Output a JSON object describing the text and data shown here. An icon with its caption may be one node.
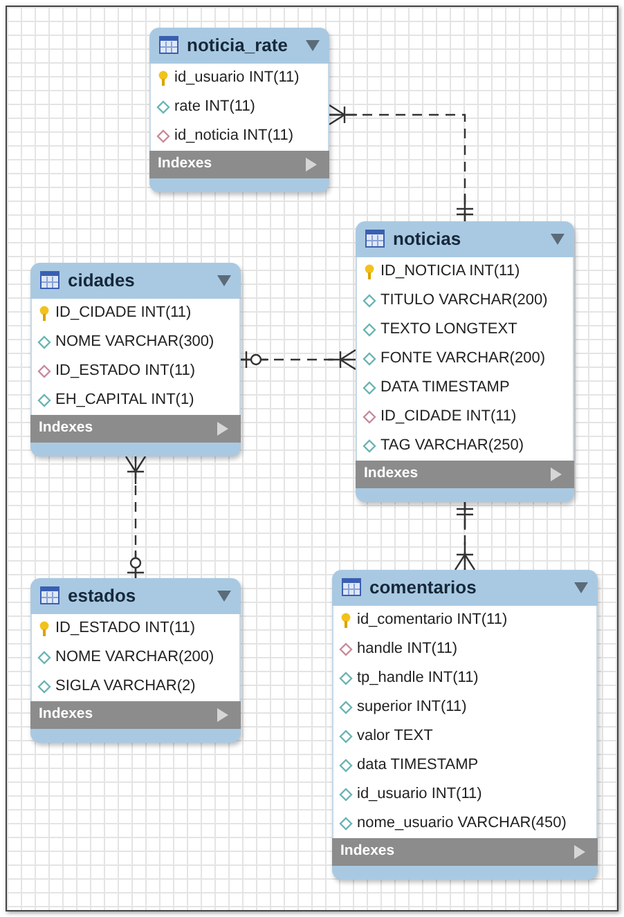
{
  "diagram": {
    "nodes": [
      {
        "text": [
          "noticia_rate",
          "id_usuario INT(11)",
          "rate INT(11)",
          "id_noticia INT(11)",
          "Indexes"
        ]
      },
      {
        "text": [
          "noticias",
          "ID_NOTICIA INT(11)",
          "TITULO VARCHAR(200)",
          "TEXTO LONGTEXT",
          "FONTE VARCHAR(200)",
          "DATA TIMESTAMP",
          "ID_CIDADE INT(11)",
          "TAG VARCHAR(250)",
          "Indexes"
        ]
      },
      {
        "text": [
          "cidades",
          "ID_CIDADE INT(11)",
          "NOME VARCHAR(300)",
          "ID_ESTADO INT(11)",
          "EH_CAPITAL INT(1)",
          "Indexes"
        ]
      },
      {
        "text": [
          "estados",
          "ID_ESTADO INT(11)",
          "NOME VARCHAR(200)",
          "SIGLA VARCHAR(2)",
          "Indexes"
        ]
      },
      {
        "text": [
          "comentarios",
          "id_comentario INT(11)",
          "handle INT(11)",
          "tp_handle INT(11)",
          "superior INT(11)",
          "valor TEXT",
          "data TIMESTAMP",
          "id_usuario INT(11)",
          "nome_usuario VARCHAR(450)",
          "Indexes"
        ]
      }
    ],
    "edges": [
      {
        "from": 1,
        "to": 0,
        "arrow": "other",
        "style": "dashed"
      },
      {
        "from": 2,
        "to": 1,
        "arrow": "other",
        "style": "dashed"
      },
      {
        "from": 3,
        "to": 2,
        "arrow": "other",
        "style": "dashed"
      },
      {
        "from": 1,
        "to": 4,
        "arrow": "other",
        "style": "dashed"
      }
    ]
  }
}
